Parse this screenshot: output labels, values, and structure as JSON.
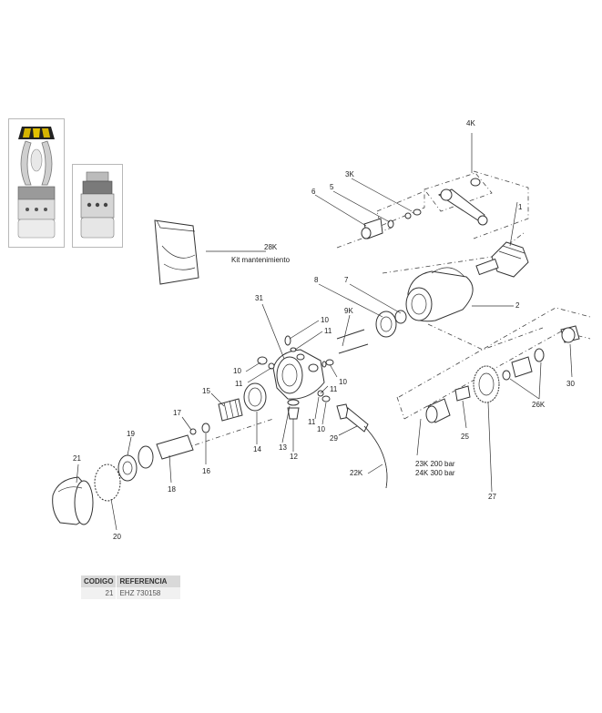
{
  "labels": {
    "p1": "1",
    "p2": "2",
    "p3k": "3K",
    "p4k": "4K",
    "p5": "5",
    "p6": "6",
    "p7": "7",
    "p8": "8",
    "p9k": "9K",
    "p10a": "10",
    "p10b": "10",
    "p10c": "10",
    "p10d": "10",
    "p11a": "11",
    "p11b": "11",
    "p11c": "11",
    "p11d": "11",
    "p12": "12",
    "p13": "13",
    "p14": "14",
    "p15": "15",
    "p16": "16",
    "p17": "17",
    "p18": "18",
    "p19": "19",
    "p20": "20",
    "p21": "21",
    "p22k": "22K",
    "p23k": "23K 200 bar",
    "p24k": "24K 300 bar",
    "p25": "25",
    "p26k": "26K",
    "p27": "27",
    "p28k": "28K",
    "kit": "Kit mantenimiento",
    "p29": "29",
    "p30": "30",
    "p31": "31"
  },
  "table": {
    "header_code": "CODIGO",
    "header_ref": "REFERENCIA",
    "rows": [
      {
        "code": "21",
        "ref": "EHZ 730158"
      }
    ]
  }
}
